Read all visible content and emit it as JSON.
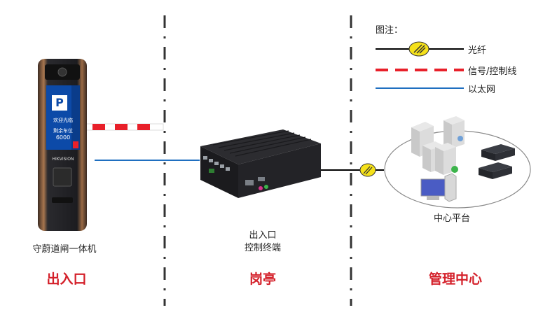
{
  "legend": {
    "title": "图注：",
    "items": [
      {
        "label": "光纤",
        "style": "fiber",
        "color": "#000000"
      },
      {
        "label": "信号/控制线",
        "style": "dashed",
        "color": "#e8202a"
      },
      {
        "label": "以太网",
        "style": "solid",
        "color": "#1f6fc0"
      }
    ]
  },
  "zones": [
    {
      "label": "出入口",
      "device": "守蔚道闸一体机"
    },
    {
      "label": "岗亭",
      "device_line1": "出入口",
      "device_line2": "控制终端"
    },
    {
      "label": "管理中心",
      "device": "中心平台"
    }
  ],
  "kiosk": {
    "brand": "HIKVISION",
    "screen_symbol": "P",
    "screen_line1": "欢迎光临",
    "screen_line2": "剩余车位",
    "screen_value": "6000"
  },
  "colors": {
    "accent_red": "#d4202a",
    "ethernet_blue": "#1f6fc0",
    "signal_red": "#e8202a",
    "fiber_yellow": "#f5e11a"
  }
}
